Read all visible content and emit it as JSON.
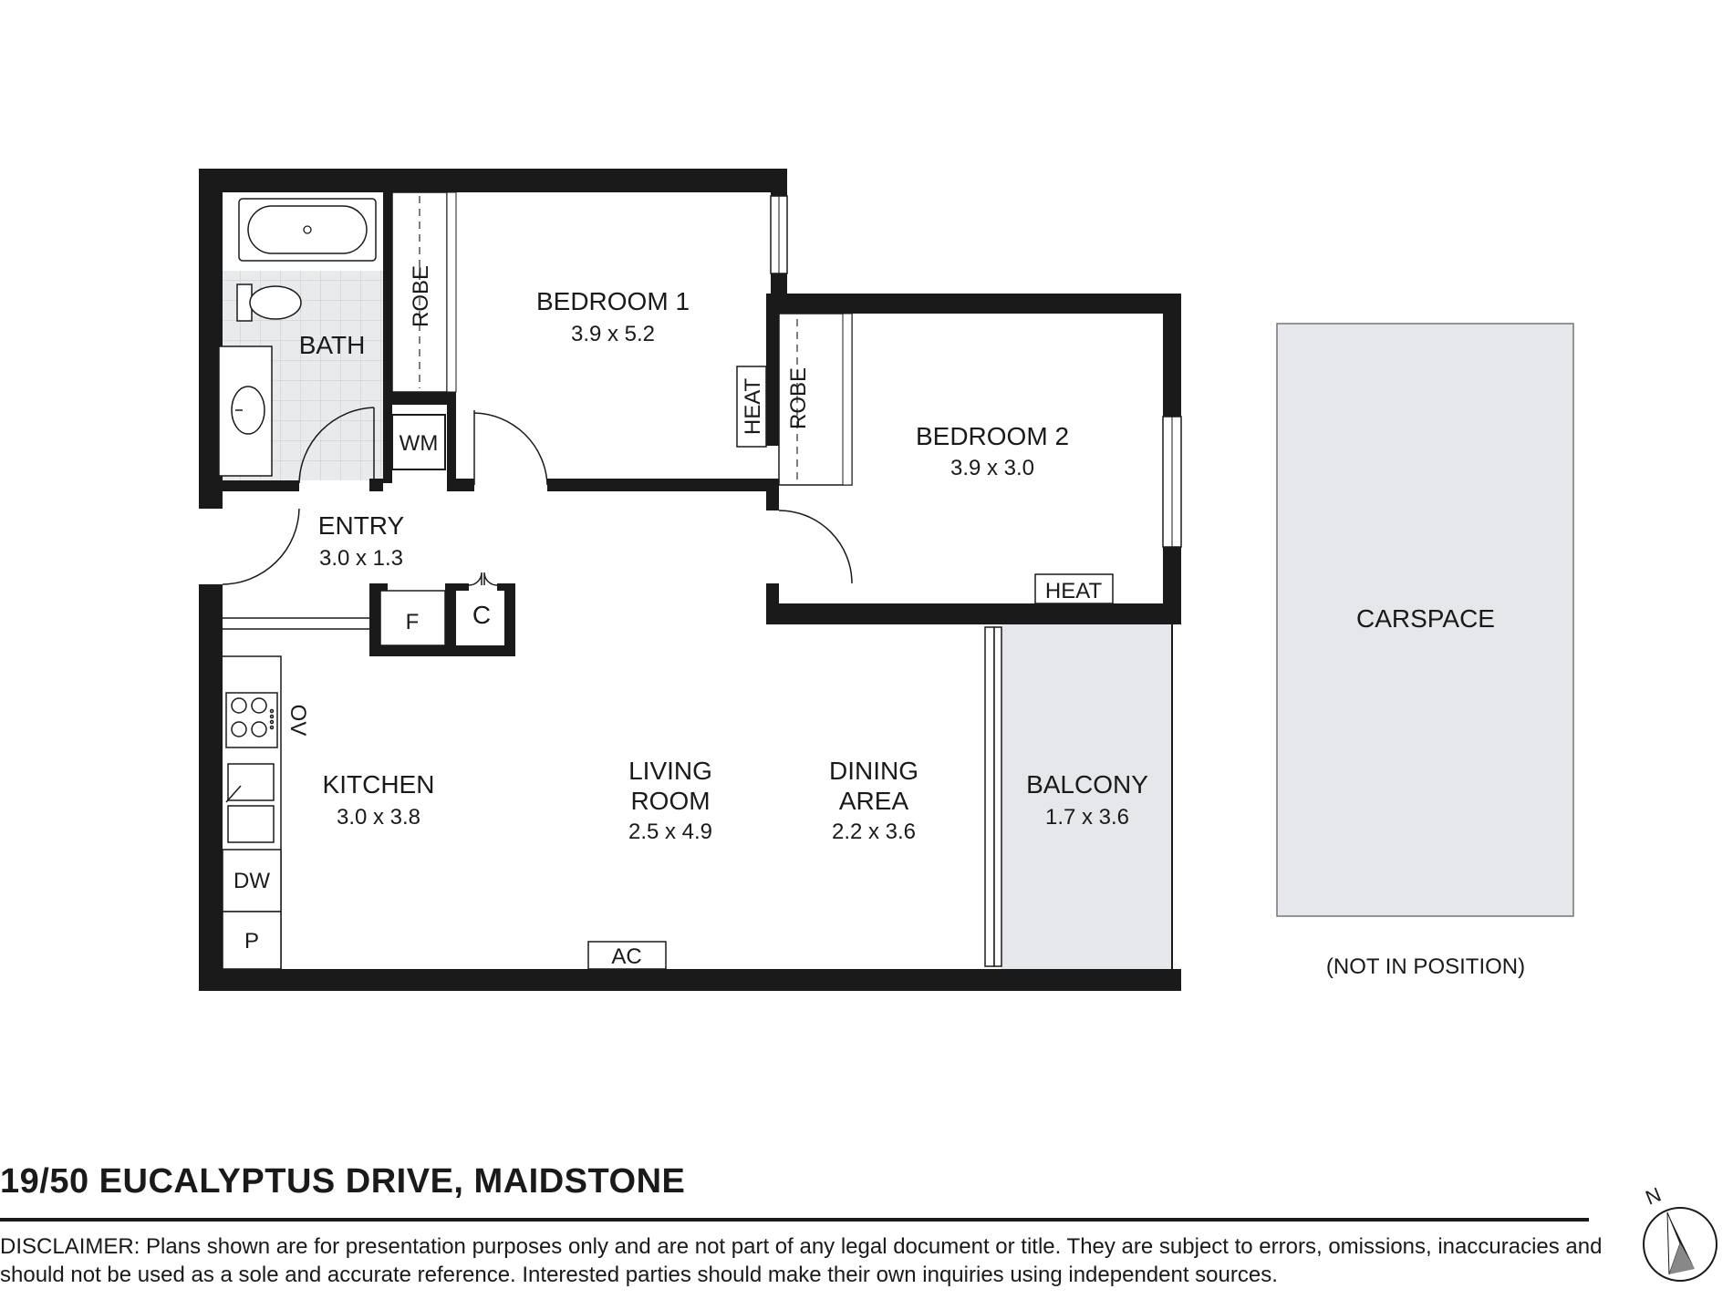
{
  "plan": {
    "rooms": {
      "bedroom1": {
        "name": "BEDROOM 1",
        "dims": "3.9 x 5.2"
      },
      "bedroom2": {
        "name": "BEDROOM 2",
        "dims": "3.9 x 3.0"
      },
      "bath": {
        "name": "BATH"
      },
      "entry": {
        "name": "ENTRY",
        "dims": "3.0 x 1.3"
      },
      "kitchen": {
        "name": "KITCHEN",
        "dims": "3.0 x 3.8"
      },
      "living": {
        "name_line1": "LIVING",
        "name_line2": "ROOM",
        "dims": "2.5 x 4.9"
      },
      "dining": {
        "name_line1": "DINING",
        "name_line2": "AREA",
        "dims": "2.2 x 3.6"
      },
      "balcony": {
        "name": "BALCONY",
        "dims": "1.7 x 3.6"
      }
    },
    "fixtures": {
      "robe1": "ROBE",
      "robe2": "ROBE",
      "heat1": "HEAT",
      "heat2": "HEAT",
      "wm": "WM",
      "fridge": "F",
      "cupboard": "C",
      "oven": "OV",
      "dishwasher": "DW",
      "pantry": "P",
      "ac": "AC"
    },
    "carspace": {
      "name": "CARSPACE",
      "note": "(NOT IN POSITION)"
    },
    "colors": {
      "wall": "#1a1a1a",
      "outdoor_fill": "#e6e7eb",
      "tile_fill": "#e9eaec"
    }
  },
  "footer": {
    "address": "19/50 EUCALYPTUS DRIVE, MAIDSTONE",
    "disclaimer": "DISCLAIMER: Plans shown are for presentation purposes only and are not part of any legal document or title. They are subject to errors, omissions, inaccuracies and should not be used as a sole and accurate reference.  Interested parties should make their own inquiries using independent sources."
  },
  "compass": {
    "label": "N"
  }
}
